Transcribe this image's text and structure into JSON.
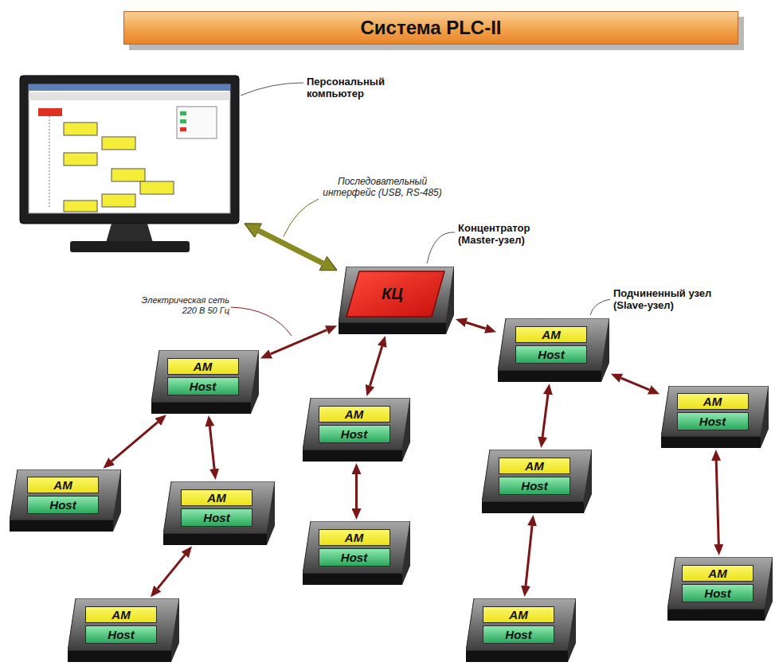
{
  "diagram": {
    "title": "Система PLC-II",
    "nodes": [
      {
        "text": [
          "Персональный компьютер"
        ]
      },
      {
        "text": [
          "КЦ"
        ]
      },
      {
        "text": [
          "AM",
          "Host"
        ]
      },
      {
        "text": [
          "AM",
          "Host"
        ]
      },
      {
        "text": [
          "AM",
          "Host"
        ]
      },
      {
        "text": [
          "AM",
          "Host"
        ]
      },
      {
        "text": [
          "AM",
          "Host"
        ]
      },
      {
        "text": [
          "AM",
          "Host"
        ]
      },
      {
        "text": [
          "AM",
          "Host"
        ]
      },
      {
        "text": [
          "AM",
          "Host"
        ]
      },
      {
        "text": [
          "AM",
          "Host"
        ]
      },
      {
        "text": [
          "AM",
          "Host"
        ]
      },
      {
        "text": [
          "AM",
          "Host"
        ]
      }
    ],
    "edges": [
      {
        "from": 0,
        "to": 1,
        "arrow": "both",
        "label": "Последовательный интерфейс (USB, RS-485)"
      },
      {
        "from": 1,
        "to": 2,
        "arrow": "both"
      },
      {
        "from": 1,
        "to": 3,
        "arrow": "both"
      },
      {
        "from": 1,
        "to": 4,
        "arrow": "both"
      },
      {
        "from": 2,
        "to": 5,
        "arrow": "both"
      },
      {
        "from": 2,
        "to": 6,
        "arrow": "both"
      },
      {
        "from": 6,
        "to": 10,
        "arrow": "both"
      },
      {
        "from": 3,
        "to": 7,
        "arrow": "both"
      },
      {
        "from": 4,
        "to": 8,
        "arrow": "both"
      },
      {
        "from": 4,
        "to": 9,
        "arrow": "both"
      },
      {
        "from": 8,
        "to": 11,
        "arrow": "both"
      },
      {
        "from": 9,
        "to": 12,
        "arrow": "both"
      }
    ],
    "labels": [
      "Концентратор (Master-узел)",
      "Подчиненный узел (Slave-узел)",
      "Электрическая сеть 220 В 50 Гц"
    ]
  }
}
